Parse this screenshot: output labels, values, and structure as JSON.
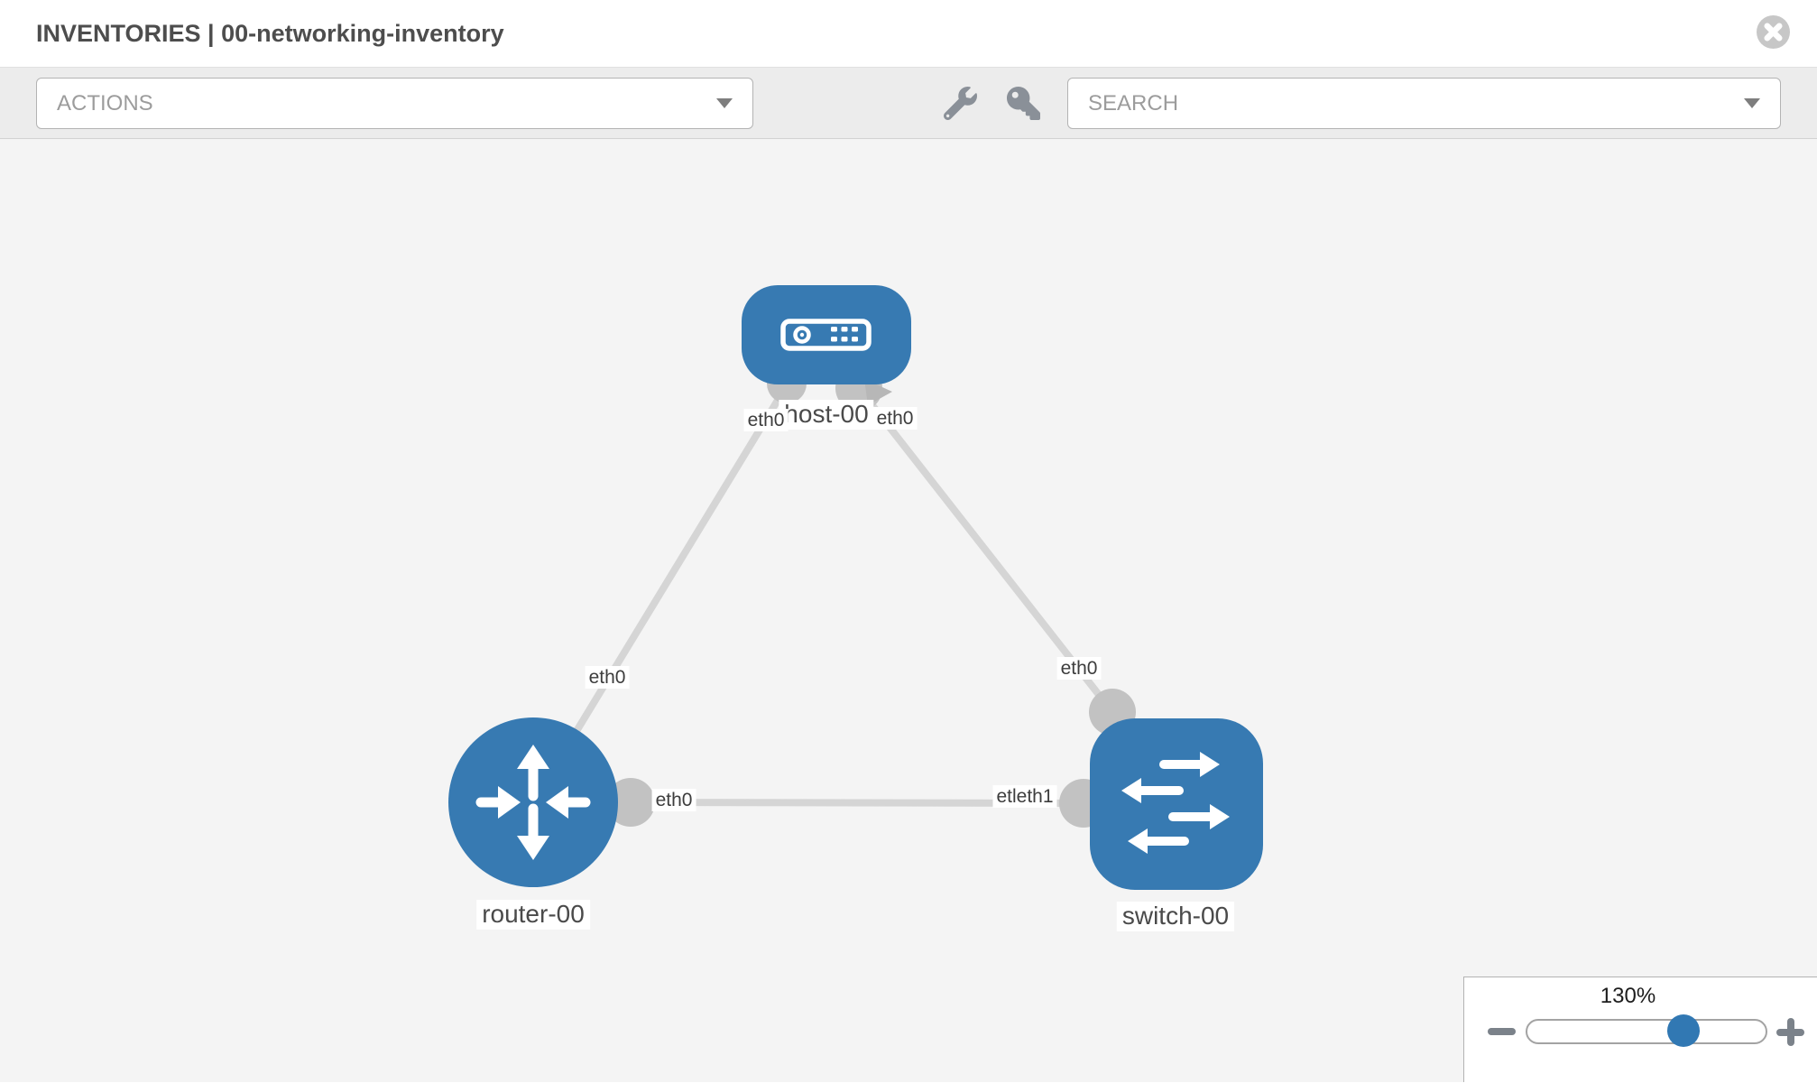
{
  "window": {
    "title": "INVENTORIES | 00-networking-inventory"
  },
  "toolbar": {
    "actions_label": "ACTIONS",
    "search_label": "SEARCH",
    "icons": [
      "wrench-icon",
      "key-icon"
    ]
  },
  "diagram": {
    "type": "network-topology",
    "nodes": [
      {
        "id": "host-00",
        "device_type": "host",
        "label": "host-00"
      },
      {
        "id": "router-00",
        "device_type": "router",
        "label": "router-00"
      },
      {
        "id": "switch-00",
        "device_type": "switch",
        "label": "switch-00"
      }
    ],
    "links": [
      {
        "from": "host-00",
        "to": "router-00",
        "from_label": "eth0",
        "to_label": "eth0"
      },
      {
        "from": "host-00",
        "to": "switch-00",
        "from_label": "eth0",
        "to_label": "eth0"
      },
      {
        "from": "router-00",
        "to": "switch-00",
        "from_label": "eth0",
        "to_label": "etleth1"
      }
    ],
    "colors": {
      "node_fill": "#377ab2",
      "link": "#d5d5d5",
      "connector": "#c2c2c2",
      "label_text": "#3d3d3d"
    }
  },
  "zoom_control": {
    "value": "130%",
    "percent": 130,
    "handle_color": "#3178b3"
  }
}
